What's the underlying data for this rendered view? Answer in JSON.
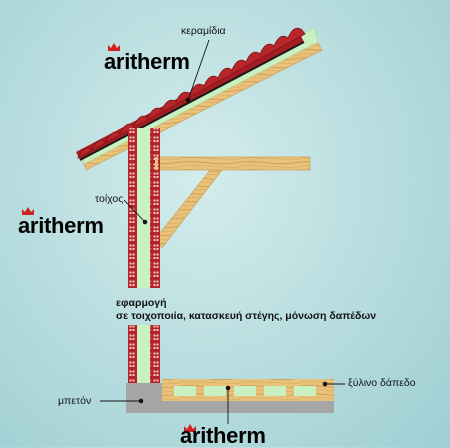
{
  "labels": {
    "tiles": "κεραμίδια",
    "wall": "τοίχος",
    "concrete": "μπετόν",
    "wood_floor": "ξύλινο δάπεδο",
    "application_title": "εφαρμογή",
    "application_desc": "σε τοιχοποιία, κατασκευή στέγης, μόνωση δαπέδων"
  },
  "logos": [
    {
      "text": "aritherm",
      "icon": "crown-icon"
    },
    {
      "text": "aritherm",
      "icon": "crown-icon"
    },
    {
      "text": "aritherm",
      "icon": "crown-icon"
    }
  ],
  "colors": {
    "insulation": "#c8f0c0",
    "brick": "#b5242a",
    "wood": "#e6bf77",
    "concrete": "#a6a6a6",
    "logo_green": "#2a9a3a",
    "crown_red": "#d02020"
  }
}
